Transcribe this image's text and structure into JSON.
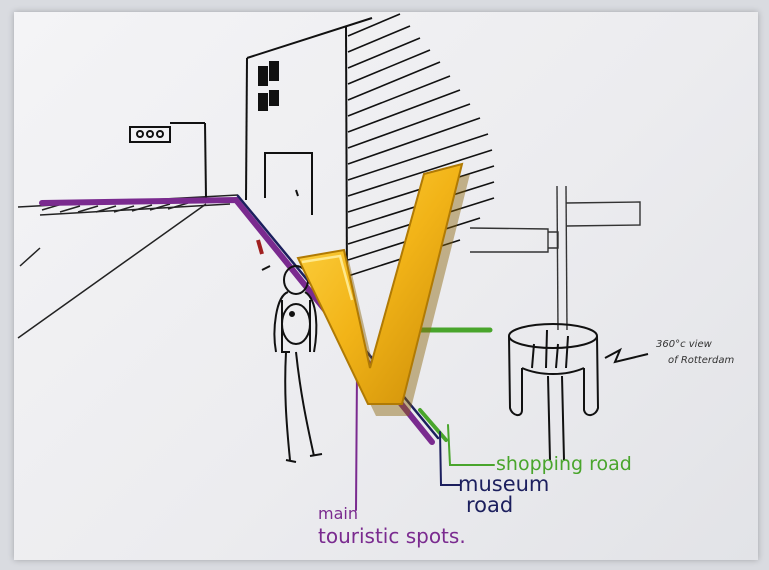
{
  "labels": {
    "shopping_road": "shopping road",
    "museum": "museum",
    "road": "road",
    "main": "main",
    "touristic_spots": "touristic spots.",
    "view_line1": "360°c view",
    "view_line2": "of Rotterdam"
  },
  "colors": {
    "paper": "#f1f1f3",
    "ink": "#111111",
    "main_route": "#7a2a8f",
    "museum_route": "#1c1f5e",
    "shopping_route": "#49a52c",
    "logo": "#f2b418"
  },
  "icons": {
    "logo": "v-letter-logo"
  }
}
